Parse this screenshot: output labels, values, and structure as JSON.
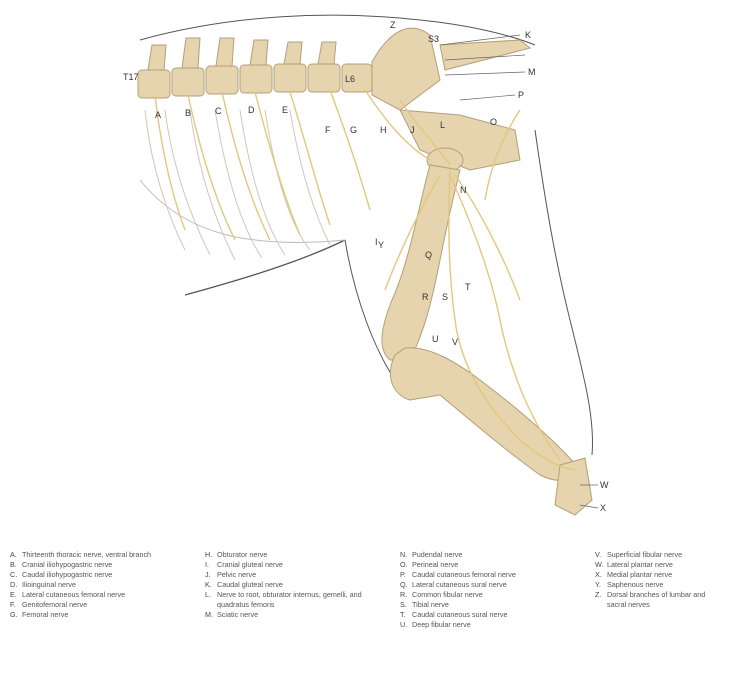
{
  "figure": {
    "colors": {
      "bone": "#e6d4ae",
      "bone_edge": "#b39f78",
      "nerve": "#e3c77c",
      "outline": "#555555",
      "muscle_line": "#c9c1ad"
    },
    "labels": [
      "A",
      "B",
      "C",
      "D",
      "E",
      "F",
      "G",
      "H",
      "I",
      "J",
      "K",
      "L",
      "M",
      "N",
      "O",
      "P",
      "Q",
      "R",
      "S",
      "T",
      "U",
      "V",
      "W",
      "X",
      "Y",
      "Z",
      "T17",
      "L6",
      "S3"
    ]
  },
  "legend": {
    "columns": [
      [
        {
          "key": "A.",
          "text": "Thirteenth thoracic nerve, ventral branch"
        },
        {
          "key": "B.",
          "text": "Cranial iliohypogastric nerve"
        },
        {
          "key": "C.",
          "text": "Caudal iliohypogastric nerve"
        },
        {
          "key": "D.",
          "text": "Ilioinguinal nerve"
        },
        {
          "key": "E.",
          "text": "Lateral cutaneous femoral nerve"
        },
        {
          "key": "F.",
          "text": "Genitofemoral nerve"
        },
        {
          "key": "G.",
          "text": "Femoral nerve"
        }
      ],
      [
        {
          "key": "H.",
          "text": "Obturator nerve"
        },
        {
          "key": "I.",
          "text": "Cranial gluteal nerve"
        },
        {
          "key": "J.",
          "text": "Pelvic nerve"
        },
        {
          "key": "K.",
          "text": "Caudal gluteal nerve"
        },
        {
          "key": "L.",
          "text": "Nerve to root, obturator internus, gemelli, and quadratus femoris"
        },
        {
          "key": "M.",
          "text": "Sciatic nerve"
        }
      ],
      [
        {
          "key": "N.",
          "text": "Pudendal nerve"
        },
        {
          "key": "O.",
          "text": "Perineal nerve"
        },
        {
          "key": "P.",
          "text": "Caudal cutaneous femoral nerve"
        },
        {
          "key": "Q.",
          "text": "Lateral cutaneous sural nerve"
        },
        {
          "key": "R.",
          "text": "Common fibular nerve"
        },
        {
          "key": "S.",
          "text": "Tibial nerve"
        },
        {
          "key": "T.",
          "text": "Caudal cutaneous sural nerve"
        },
        {
          "key": "U.",
          "text": "Deep fibular nerve"
        }
      ],
      [
        {
          "key": "V.",
          "text": "Superficial fibular nerve"
        },
        {
          "key": "W.",
          "text": "Lateral plantar nerve"
        },
        {
          "key": "X.",
          "text": "Medial plantar nerve"
        },
        {
          "key": "Y.",
          "text": "Saphenous nerve"
        },
        {
          "key": "Z.",
          "text": "Dorsal branches of lumbar and sacral nerves"
        }
      ]
    ]
  }
}
